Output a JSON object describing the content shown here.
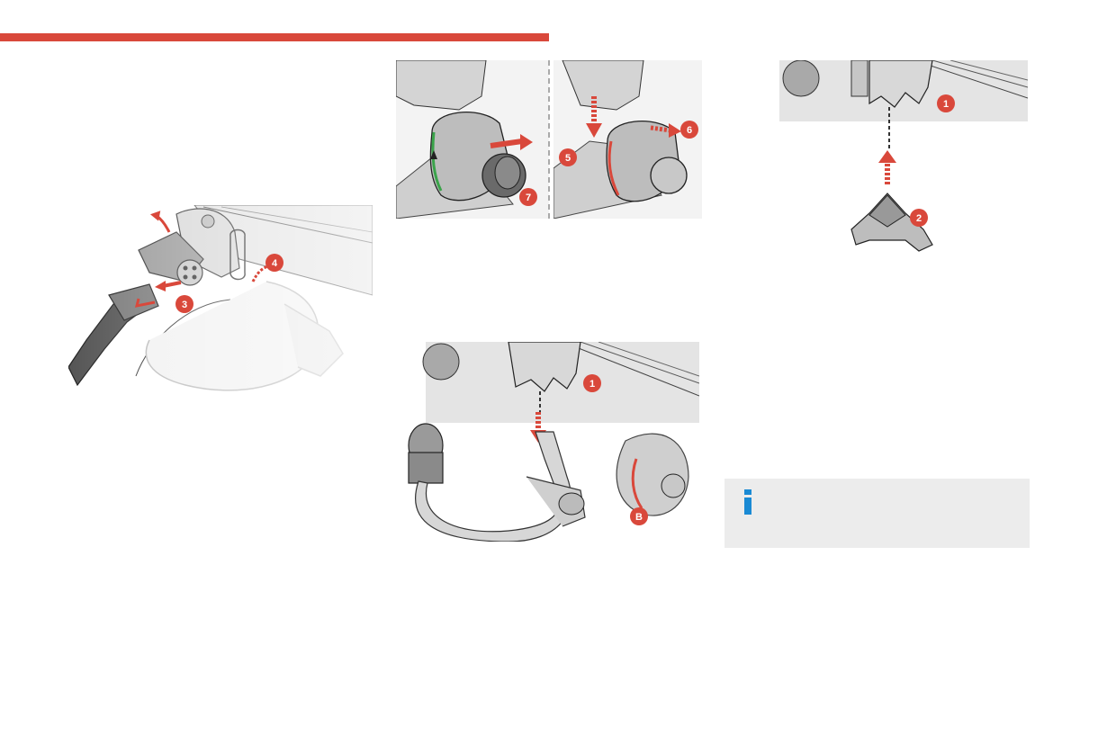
{
  "header": {
    "accent_color": "#d9483b"
  },
  "colors": {
    "marker": "#d9483b",
    "green_ring": "#3aa34a",
    "info_blue": "#1a8ad4",
    "info_bg": "#ececec"
  },
  "figures": [
    {
      "id": "fig-unplug",
      "markers": [
        "3",
        "4"
      ]
    },
    {
      "id": "fig-unlock",
      "markers": [
        "7"
      ]
    },
    {
      "id": "fig-release",
      "markers": [
        "5",
        "6"
      ]
    },
    {
      "id": "fig-insert-ball",
      "markers": [
        "1",
        "B"
      ]
    },
    {
      "id": "fig-cap",
      "markers": [
        "1",
        "2"
      ]
    }
  ],
  "info": {
    "icon": "info-icon",
    "text": ""
  }
}
